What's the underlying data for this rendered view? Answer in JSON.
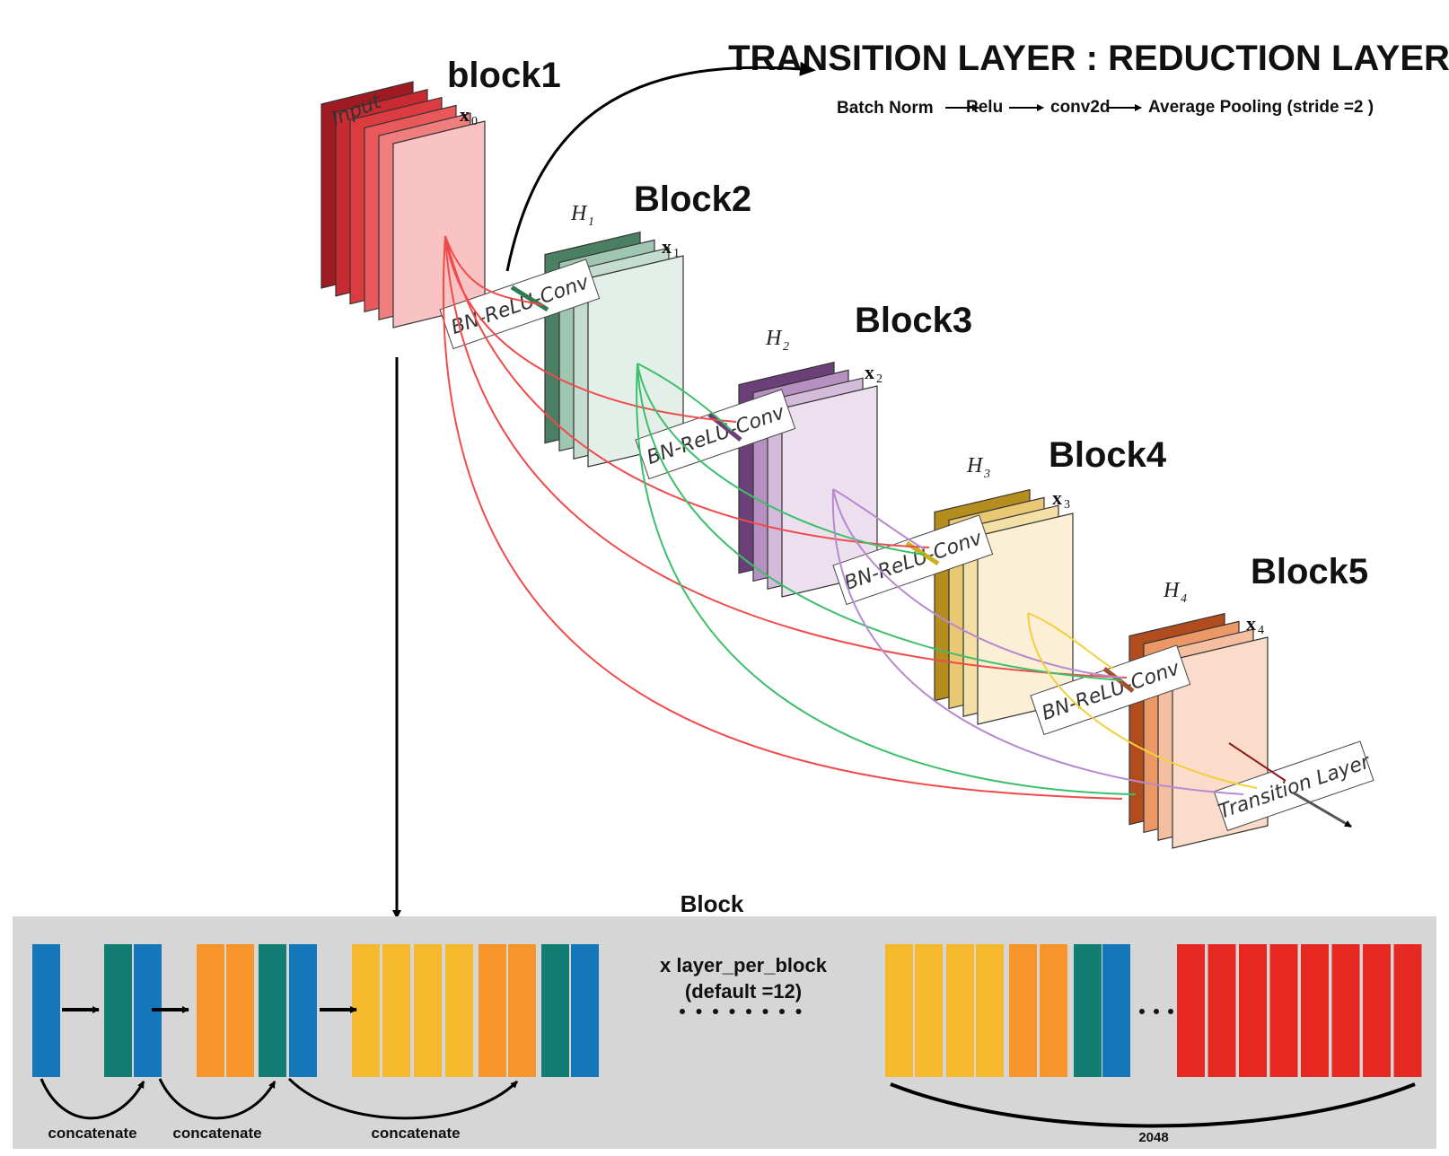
{
  "title": {
    "main": "TRANSITION LAYER : REDUCTION LAYER",
    "steps": [
      "Batch Norm",
      "Relu",
      "conv2d",
      "Average Pooling (stride =2 )"
    ]
  },
  "blocks": [
    {
      "label": "block1",
      "var": "x",
      "sub": "0",
      "stack_label": "Input",
      "colors": [
        "#a01a22",
        "#c72a30",
        "#dc3b40",
        "#e9585a",
        "#f07e7e",
        "#f8c3c2"
      ]
    },
    {
      "label": "Block2",
      "var": "x",
      "sub": "1",
      "h": "H",
      "hsub": "1",
      "colors": [
        "#4b7f63",
        "#9fc6b1",
        "#c5ddd0",
        "#e3efe8"
      ]
    },
    {
      "label": "Block3",
      "var": "x",
      "sub": "2",
      "h": "H",
      "hsub": "2",
      "colors": [
        "#6b3f78",
        "#b690c1",
        "#d5bbdb",
        "#ece0ef"
      ]
    },
    {
      "label": "Block4",
      "var": "x",
      "sub": "3",
      "h": "H",
      "hsub": "3",
      "colors": [
        "#b58c1e",
        "#e9c874",
        "#f4dfa6",
        "#fbf0d6"
      ]
    },
    {
      "label": "Block5",
      "var": "x",
      "sub": "4",
      "h": "H",
      "hsub": "4",
      "colors": [
        "#b04c1e",
        "#ec9766",
        "#f6bea0",
        "#fbdccb"
      ]
    }
  ],
  "conv_label": "BN-ReLU-Conv",
  "transition_label": "Transition Layer",
  "panel": {
    "title": "Block",
    "repeat_line1": "x layer_per_block",
    "repeat_line2": "(default =12)",
    "concat_labels": [
      "concatenate",
      "concatenate",
      "concatenate"
    ],
    "final_count": "2048"
  },
  "colors": {
    "blue": "#1477ba",
    "teal": "#127d73",
    "orange": "#f7942a",
    "yellow": "#f6b82c",
    "red": "#e62823",
    "panel_bg": "#d6d6d6",
    "curve_red": "#f04a4a",
    "curve_green": "#3cbf6a",
    "curve_purple": "#b78ad0",
    "curve_yellow": "#f4cf3c"
  }
}
